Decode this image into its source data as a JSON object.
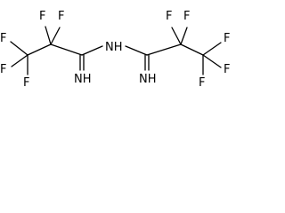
{
  "molecule": {
    "atoms": {
      "f1": "F",
      "f2": "F",
      "f3": "F",
      "f4": "F",
      "f5": "F",
      "f6": "F",
      "f7": "F",
      "f8": "F",
      "f9": "F",
      "f10": "F",
      "nh_bridge": "NH",
      "nh_left": "NH",
      "nh_right": "NH"
    },
    "colors": {
      "ink": "#000000",
      "background": "#ffffff"
    }
  }
}
